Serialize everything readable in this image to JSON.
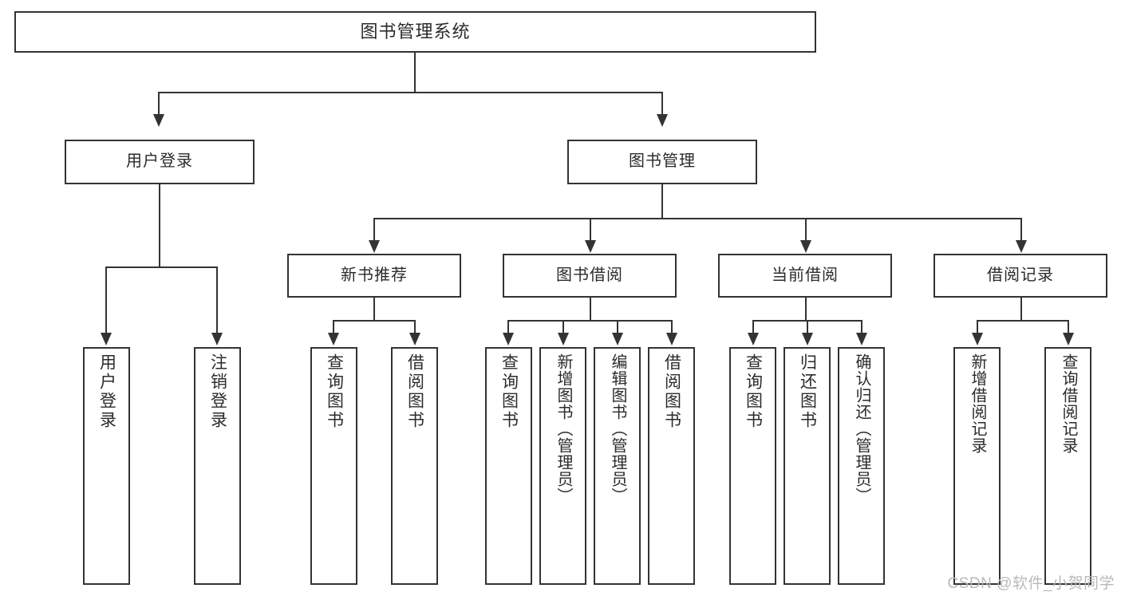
{
  "diagram": {
    "title": "图书管理系统",
    "type": "tree",
    "watermark": "CSDN @软件_小贺同学",
    "colors": {
      "background": "#ffffff",
      "border": "#333333",
      "text": "#2b2b2b",
      "connector": "#333333",
      "watermark": "#b9b9b9"
    },
    "nodes": {
      "root": {
        "label": "图书管理系统"
      },
      "level2": [
        {
          "id": "user-login",
          "label": "用户登录"
        },
        {
          "id": "book-management",
          "label": "图书管理"
        }
      ],
      "level3": [
        {
          "id": "new-book-recommend",
          "label": "新书推荐"
        },
        {
          "id": "book-borrow",
          "label": "图书借阅"
        },
        {
          "id": "current-borrow",
          "label": "当前借阅"
        },
        {
          "id": "borrow-record",
          "label": "借阅记录"
        }
      ],
      "leaves": {
        "user-login": [
          {
            "id": "user-login-leaf",
            "label": "用户登录"
          },
          {
            "id": "logout-leaf",
            "label": "注销登录"
          }
        ],
        "new-book-recommend": [
          {
            "id": "query-book-1",
            "label": "查询图书"
          },
          {
            "id": "borrow-book-1",
            "label": "借阅图书"
          }
        ],
        "book-borrow": [
          {
            "id": "query-book-2",
            "label": "查询图书"
          },
          {
            "id": "add-book-admin",
            "label": "新增图书（管理员）"
          },
          {
            "id": "edit-book-admin",
            "label": "编辑图书（管理员）"
          },
          {
            "id": "borrow-book-2",
            "label": "借阅图书"
          }
        ],
        "current-borrow": [
          {
            "id": "query-book-3",
            "label": "查询图书"
          },
          {
            "id": "return-book",
            "label": "归还图书"
          },
          {
            "id": "confirm-return-admin",
            "label": "确认归还（管理员）"
          }
        ],
        "borrow-record": [
          {
            "id": "add-borrow-record",
            "label": "新增借阅记录"
          },
          {
            "id": "query-borrow-record",
            "label": "查询借阅记录"
          }
        ]
      }
    }
  }
}
